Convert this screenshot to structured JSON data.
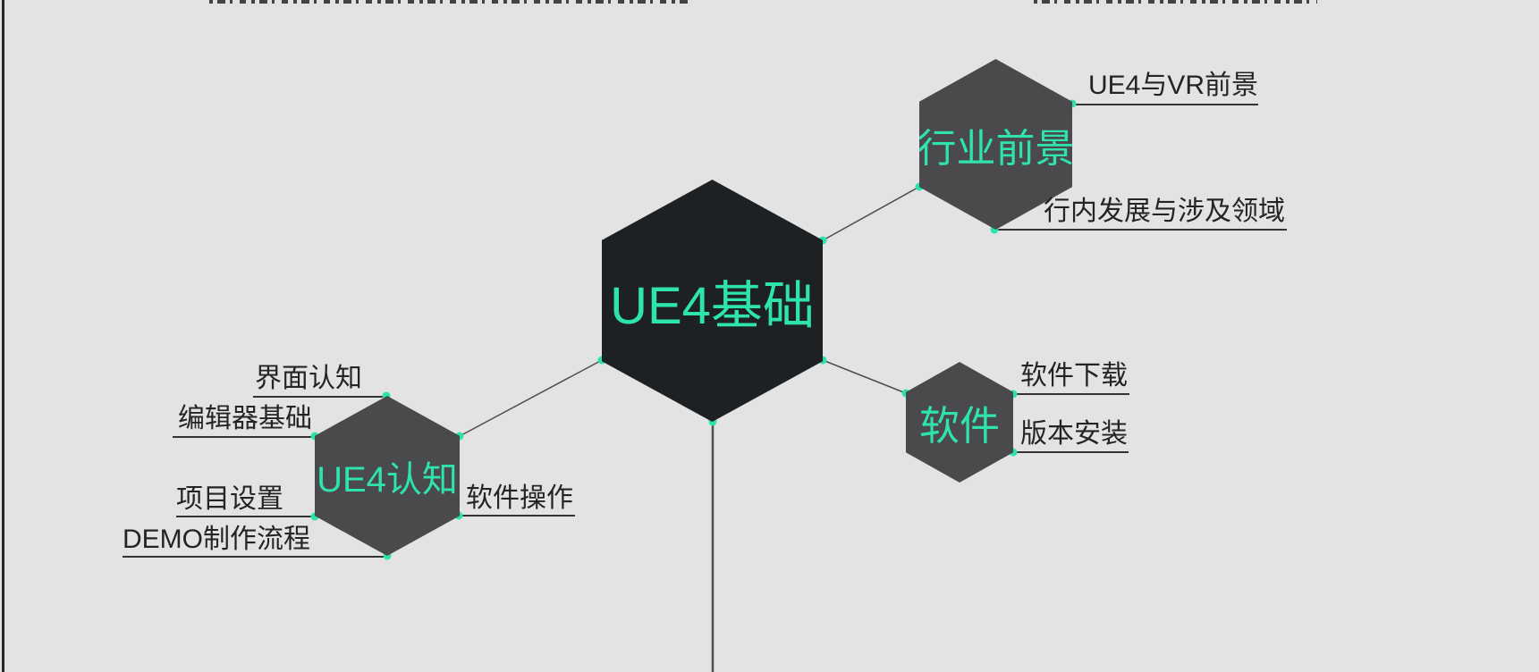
{
  "colors": {
    "background": "#e3e3e3",
    "root_fill": "#1e2124",
    "branch_fill": "#4a4a4c",
    "accent_teal": "#2ee3ae",
    "connector_line": "#4d4d4d",
    "leaf_text": "#242424"
  },
  "mindmap": {
    "root": {
      "label": "UE4基础"
    },
    "branches": [
      {
        "label": "行业前景",
        "leaves": [
          {
            "label": "UE4与VR前景"
          },
          {
            "label": "行内发展与涉及领域"
          }
        ]
      },
      {
        "label": "软件",
        "leaves": [
          {
            "label": "软件下载"
          },
          {
            "label": "版本安装"
          }
        ]
      },
      {
        "label": "UE4认知",
        "leaves": [
          {
            "label": "界面认知"
          },
          {
            "label": "编辑器基础"
          },
          {
            "label": "项目设置"
          },
          {
            "label": "DEMO制作流程"
          },
          {
            "label": "软件操作"
          }
        ]
      }
    ]
  }
}
